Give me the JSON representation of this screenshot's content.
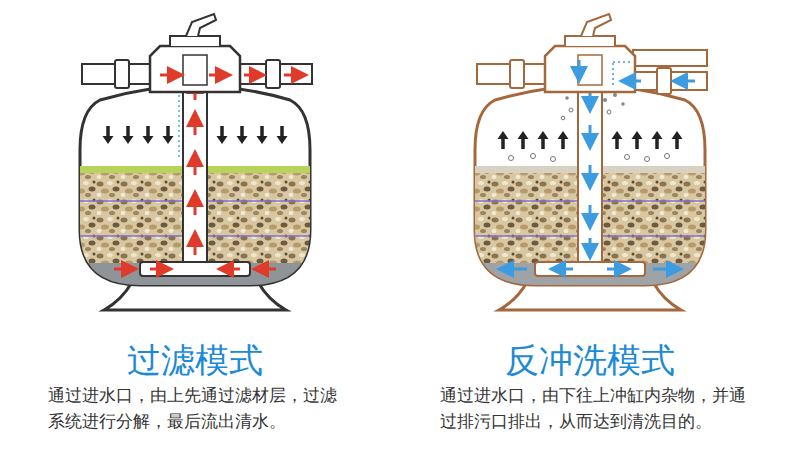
{
  "diagram": {
    "labels": [
      "过滤模式",
      "通过进水口，由上先通过滤材层，过滤系统进行分解，最后流出清水。",
      "反冲洗模式",
      "通过进水口，由下往上冲缸内杂物，并通过排污口排出，从而达到清洗目的。"
    ]
  }
}
